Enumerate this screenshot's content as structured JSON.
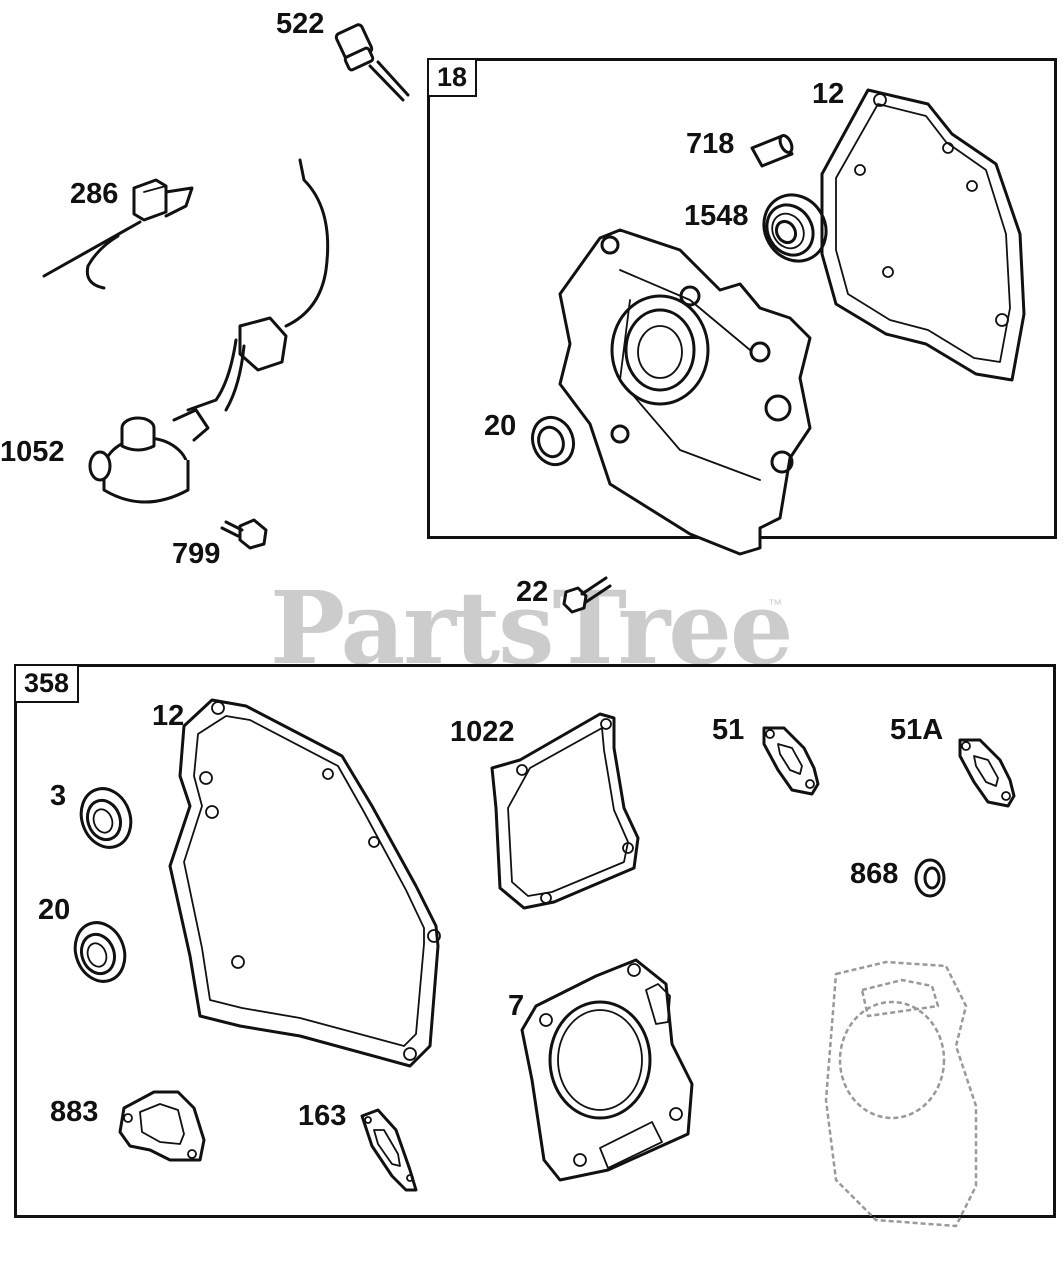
{
  "watermark": {
    "text": "PartsTree",
    "trademark": "™",
    "color": "#cccccc"
  },
  "groups": [
    {
      "id": "group-18",
      "label": "18"
    },
    {
      "id": "group-358",
      "label": "358"
    }
  ],
  "callouts": {
    "c522": "522",
    "c286": "286",
    "c1052": "1052",
    "c799": "799",
    "c22": "22",
    "c12a": "12",
    "c718": "718",
    "c1548": "1548",
    "c20a": "20",
    "c12b": "12",
    "c1022": "1022",
    "c51": "51",
    "c51a": "51A",
    "c3": "3",
    "c868": "868",
    "c20b": "20",
    "c7": "7",
    "c883": "883",
    "c163": "163"
  },
  "icons": [
    "oil-fill-plug-icon",
    "oil-sensor-icon",
    "oil-pressure-switch-icon",
    "bolt-icon",
    "dowel-pin-icon",
    "ball-bearing-icon",
    "crankcase-cover-icon",
    "gasket-icon",
    "oil-seal-icon",
    "valve-seal-icon",
    "head-gasket-icon"
  ]
}
